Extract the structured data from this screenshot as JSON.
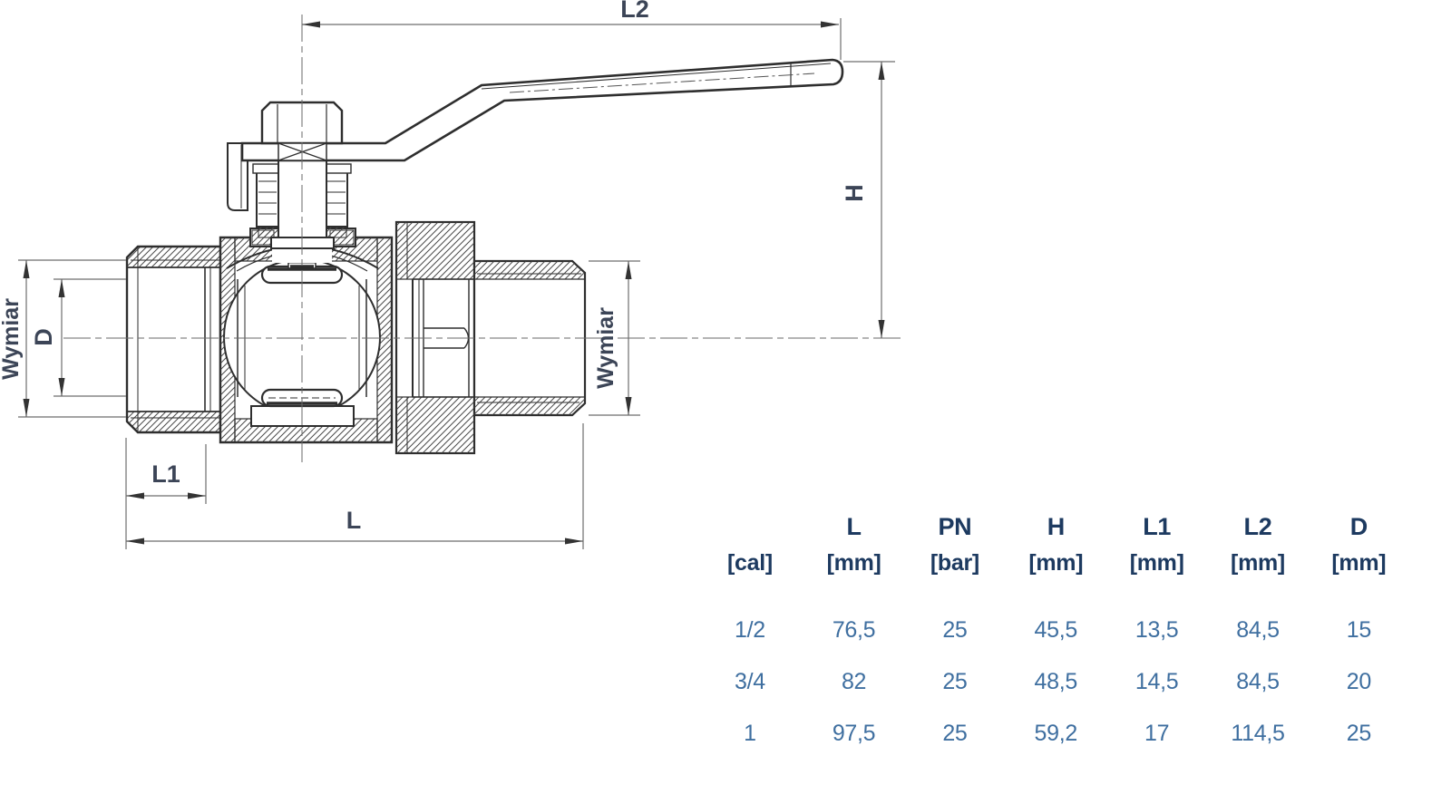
{
  "drawing": {
    "type": "ball-valve-cross-section",
    "dimension_labels": {
      "l2": "L2",
      "h": "H",
      "wymiar_left": "Wymiar",
      "d": "D",
      "wymiar_right": "Wymiar",
      "l1": "L1",
      "l": "L"
    },
    "line_color": "#2e2e2e",
    "dim_line_color": "#6e6e6e",
    "label_color": "#3c4557"
  },
  "table": {
    "colors": {
      "header": "#1d3a60",
      "value": "#3f6fa0"
    },
    "columns": [
      {
        "symbol": "",
        "unit": "[cal]"
      },
      {
        "symbol": "L",
        "unit": "[mm]"
      },
      {
        "symbol": "PN",
        "unit": "[bar]"
      },
      {
        "symbol": "H",
        "unit": "[mm]"
      },
      {
        "symbol": "L1",
        "unit": "[mm]"
      },
      {
        "symbol": "L2",
        "unit": "[mm]"
      },
      {
        "symbol": "D",
        "unit": "[mm]"
      }
    ],
    "rows": [
      [
        "1/2",
        "76,5",
        "25",
        "45,5",
        "13,5",
        "84,5",
        "15"
      ],
      [
        "3/4",
        "82",
        "25",
        "48,5",
        "14,5",
        "84,5",
        "20"
      ],
      [
        "1",
        "97,5",
        "25",
        "59,2",
        "17",
        "114,5",
        "25"
      ]
    ]
  }
}
